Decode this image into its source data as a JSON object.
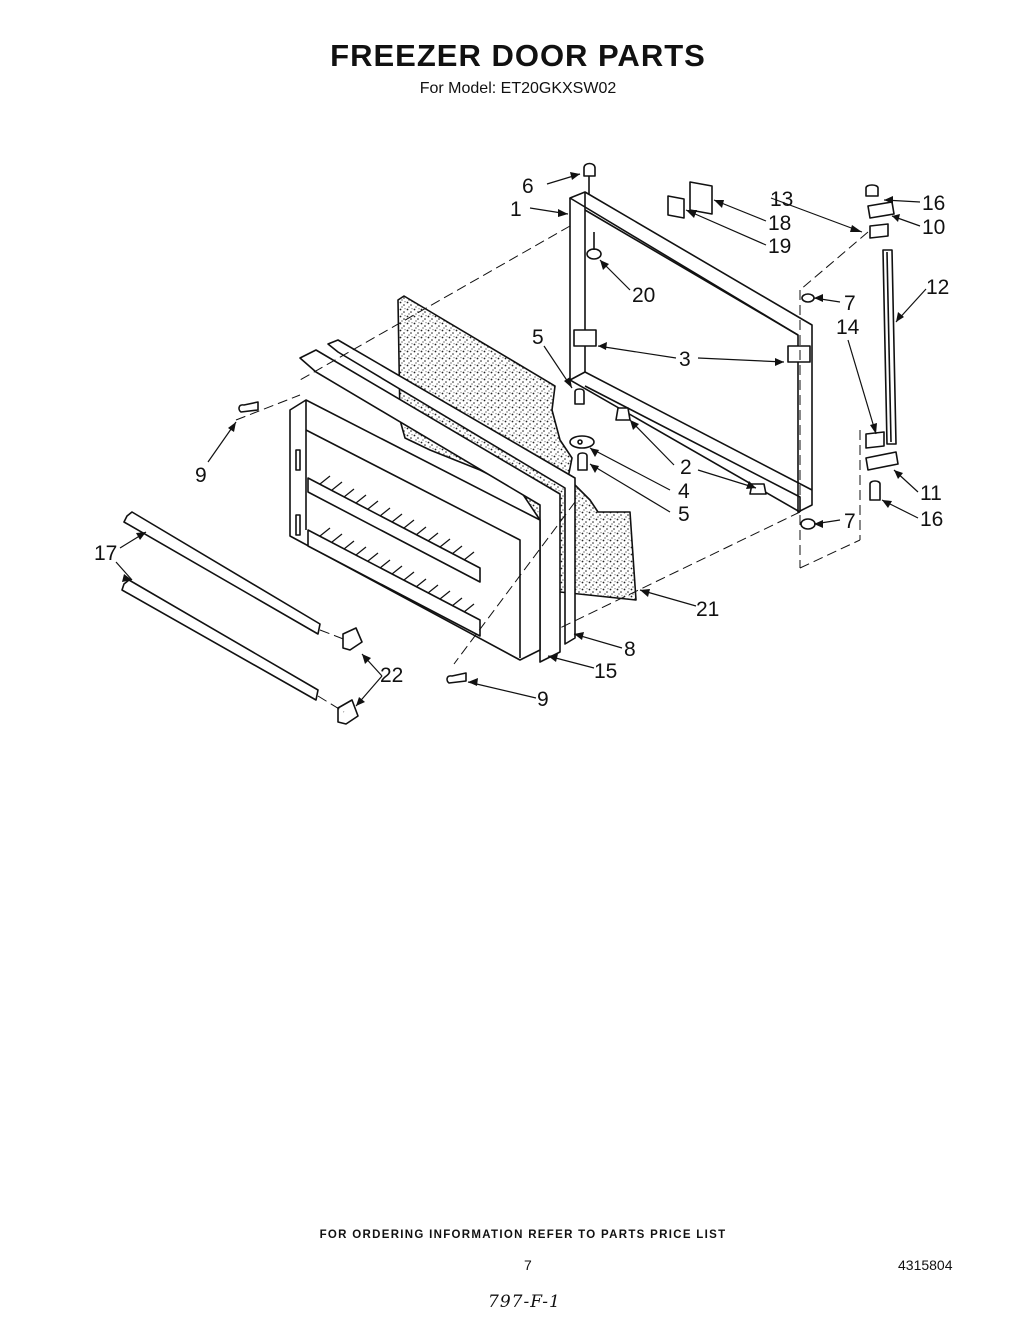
{
  "title": "FREEZER DOOR PARTS",
  "subtitle": "For Model: ET20GKXSW02",
  "callouts": [
    {
      "id": "c6",
      "text": "6"
    },
    {
      "id": "c1",
      "text": "1"
    },
    {
      "id": "c13",
      "text": "13"
    },
    {
      "id": "c18",
      "text": "18"
    },
    {
      "id": "c19",
      "text": "19"
    },
    {
      "id": "c16a",
      "text": "16"
    },
    {
      "id": "c10",
      "text": "10"
    },
    {
      "id": "c20",
      "text": "20"
    },
    {
      "id": "c12",
      "text": "12"
    },
    {
      "id": "c7a",
      "text": "7"
    },
    {
      "id": "c14",
      "text": "14"
    },
    {
      "id": "c5a",
      "text": "5"
    },
    {
      "id": "c3",
      "text": "3"
    },
    {
      "id": "c9a",
      "text": "9"
    },
    {
      "id": "c2",
      "text": "2"
    },
    {
      "id": "c4",
      "text": "4"
    },
    {
      "id": "c5b",
      "text": "5"
    },
    {
      "id": "c11",
      "text": "11"
    },
    {
      "id": "c16b",
      "text": "16"
    },
    {
      "id": "c7b",
      "text": "7"
    },
    {
      "id": "c17",
      "text": "17"
    },
    {
      "id": "c21",
      "text": "21"
    },
    {
      "id": "c8",
      "text": "8"
    },
    {
      "id": "c22",
      "text": "22"
    },
    {
      "id": "c15",
      "text": "15"
    },
    {
      "id": "c9b",
      "text": "9"
    }
  ],
  "footer": "FOR ORDERING INFORMATION REFER TO PARTS PRICE LIST",
  "page_number": "7",
  "doc_number": "4315804",
  "handwritten_note": "797-F-1"
}
